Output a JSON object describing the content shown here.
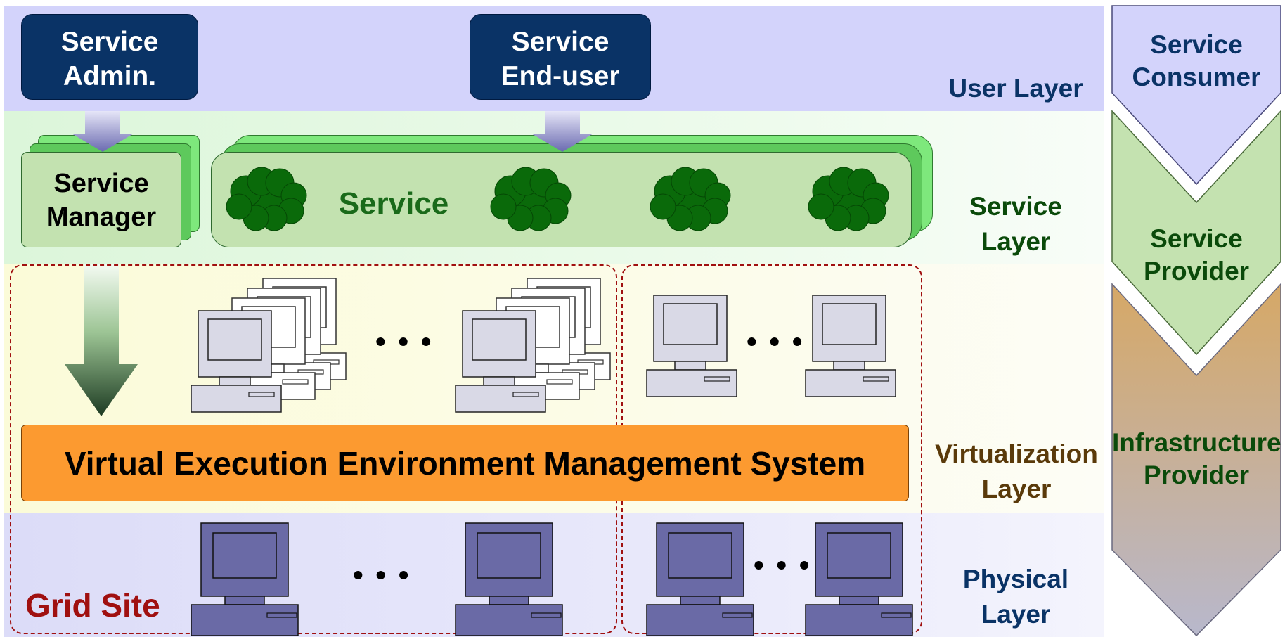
{
  "user_boxes": {
    "admin": [
      "Service",
      "Admin."
    ],
    "enduser": [
      "Service",
      "End-user"
    ]
  },
  "service_manager": [
    "Service",
    "Manager"
  ],
  "service_label": "Service",
  "vemp_label": "Virtual Execution Environment Management System",
  "grid_site_label": "Grid Site",
  "layer_labels": {
    "user": "User Layer",
    "service": [
      "Service",
      "Layer"
    ],
    "virtualization": [
      "Virtualization",
      "Layer"
    ],
    "physical": [
      "Physical",
      "Layer"
    ]
  },
  "roles": {
    "consumer": [
      "Service",
      "Consumer"
    ],
    "provider": [
      "Service",
      "Provider"
    ],
    "infrastructure": [
      "Infrastructure",
      "Provider"
    ]
  },
  "ellipsis": "• • •",
  "colors": {
    "user_band": "#d3d3fb",
    "service_band": "#ddf7dc",
    "virt_band": "#fbfbe0",
    "phys_band": "#e0e0fb",
    "navy": "#0a3366",
    "service_green": "#c3e2b0",
    "cloud": "#0a6a0a",
    "vemp_orange": "#fc9a30",
    "grid_red": "#a01010",
    "phys_pc": "#6a6aa6",
    "virt_pc": "#d9d9e6"
  }
}
